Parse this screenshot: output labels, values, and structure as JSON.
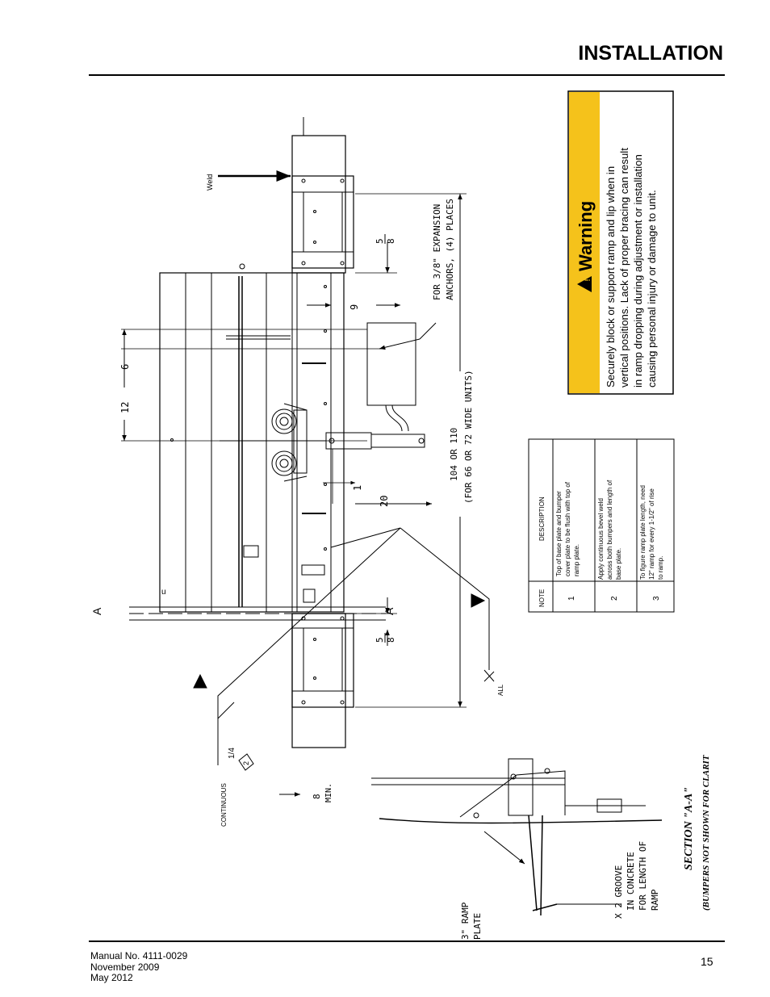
{
  "header": {
    "title": "INSTALLATION"
  },
  "warning": {
    "heading": "Warning",
    "lines": [
      "Securely block or support ramp and lip when in",
      "vertical positions. Lack of proper bracing can result",
      "in ramp dropping during adjustment or installation",
      "causing personal injury or damage to unit."
    ]
  },
  "notes_table": {
    "headers": {
      "note": "NOTE",
      "description": "DESCRIPTION"
    },
    "rows": [
      {
        "note": "1",
        "lines": [
          "Top of base plate and bumper",
          "cover plate to be flush with top of",
          "ramp plate."
        ]
      },
      {
        "note": "2",
        "lines": [
          "Apply continuous bevel weld",
          "across both bumpers and length of",
          "base plate."
        ]
      },
      {
        "note": "3",
        "lines": [
          "To figure ramp plate length, need",
          "12\" ramp for every 1-1/2\" of rise",
          "to ramp."
        ]
      }
    ]
  },
  "drawing": {
    "weld": "Weld",
    "anchors_line1": "FOR 3/8\" EXPANSION",
    "anchors_line2": "ANCHORS, (4) PLACES",
    "width_line1": "104 OR 110",
    "width_line2": "(FOR 66 OR 72 WIDE UNITS)",
    "dim_12": "12",
    "dim_6": "6",
    "dim_9": "9",
    "dim_20": "20",
    "dim_1": "1",
    "dim_5_top": "5",
    "dim_8_top": "8",
    "dim_5_bottom": "5",
    "dim_8_bottom": "8",
    "section_marker": "A",
    "continuous": "CONTINUOUS",
    "weld_size": "1/4",
    "weld_note": "2",
    "all": "ALL",
    "min_8": "8",
    "min_label": "MIN.",
    "section_title": "SECTION \"A-A\"",
    "section_subtitle": "(BUMPERS NOT SHOWN FOR CLARIT",
    "ramp_plate_1": "3\" RAMP",
    "ramp_plate_2": "PLATE",
    "groove_1": "X 2 GROOVE",
    "groove_2": "IN CONCRETE",
    "groove_3": "FOR LENGTH OF",
    "groove_4": "RAMP"
  },
  "footer": {
    "lines": [
      "Manual No. 4111-0029",
      "November 2009",
      "May 2012"
    ],
    "page_number": "15"
  },
  "colors": {
    "warning_yellow": "#f5c21b",
    "ink": "#000000"
  }
}
